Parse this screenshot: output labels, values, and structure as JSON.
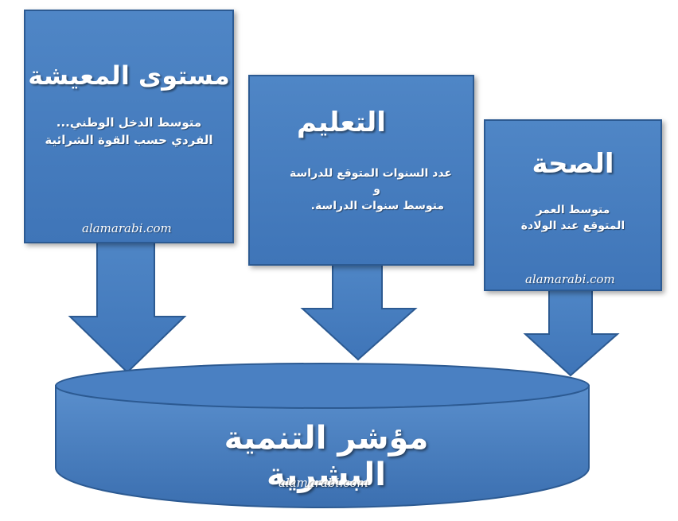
{
  "colors": {
    "box_fill": "#4a80c2",
    "box_border": "#2c5a92",
    "text": "#ffffff"
  },
  "boxes": {
    "living": {
      "title": "مستوى المعيشة",
      "line1": "متوسط الدخل  الوطني...",
      "line2": "الفردي حسب القوة الشرائية",
      "watermark": "alamarabi.com"
    },
    "education": {
      "title": "التعليم",
      "line1": "عدد السنوات المتوقع للدراسة",
      "line2": "و",
      "line3": "متوسط سنوات الدراسة."
    },
    "health": {
      "title": "الصحة",
      "line1": "متوسط  العمر",
      "line2": "المتوقع عند الولادة",
      "watermark": "alamarabi.com"
    }
  },
  "base": {
    "title": "مؤشر التنمية البشرية",
    "watermark": "alamarabi.com"
  }
}
